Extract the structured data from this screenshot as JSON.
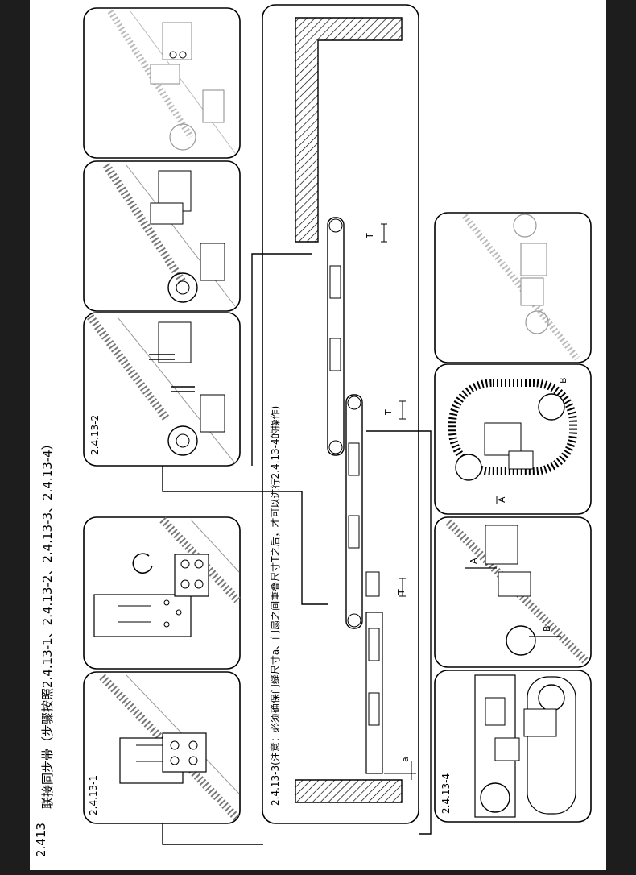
{
  "section": {
    "number": "2.413",
    "title": "联接同步带（步骤按照2.4.13-1、2.4.13-2、2.4.13-3、2.4.13-4）"
  },
  "step_labels": {
    "s1": "2.4.13-1",
    "s2": "2.4.13-2",
    "s3_note": "2.4.13-3(注意：必须确保门缝尺寸a、门扇之间重叠尺寸T之后，才可以进行2.4.13-4的操作)",
    "s4": "2.4.13-4"
  },
  "dimension_labels": {
    "t_top": "T",
    "t_middle": "T",
    "t_bottom": "T",
    "gap": "a",
    "section_a_upper": "A",
    "section_a_lower": "A",
    "section_b_upper": "B",
    "section_b_lower": "B"
  },
  "colors": {
    "page": "#ffffff",
    "frame": "#1d1d1d",
    "line": "#000000"
  }
}
